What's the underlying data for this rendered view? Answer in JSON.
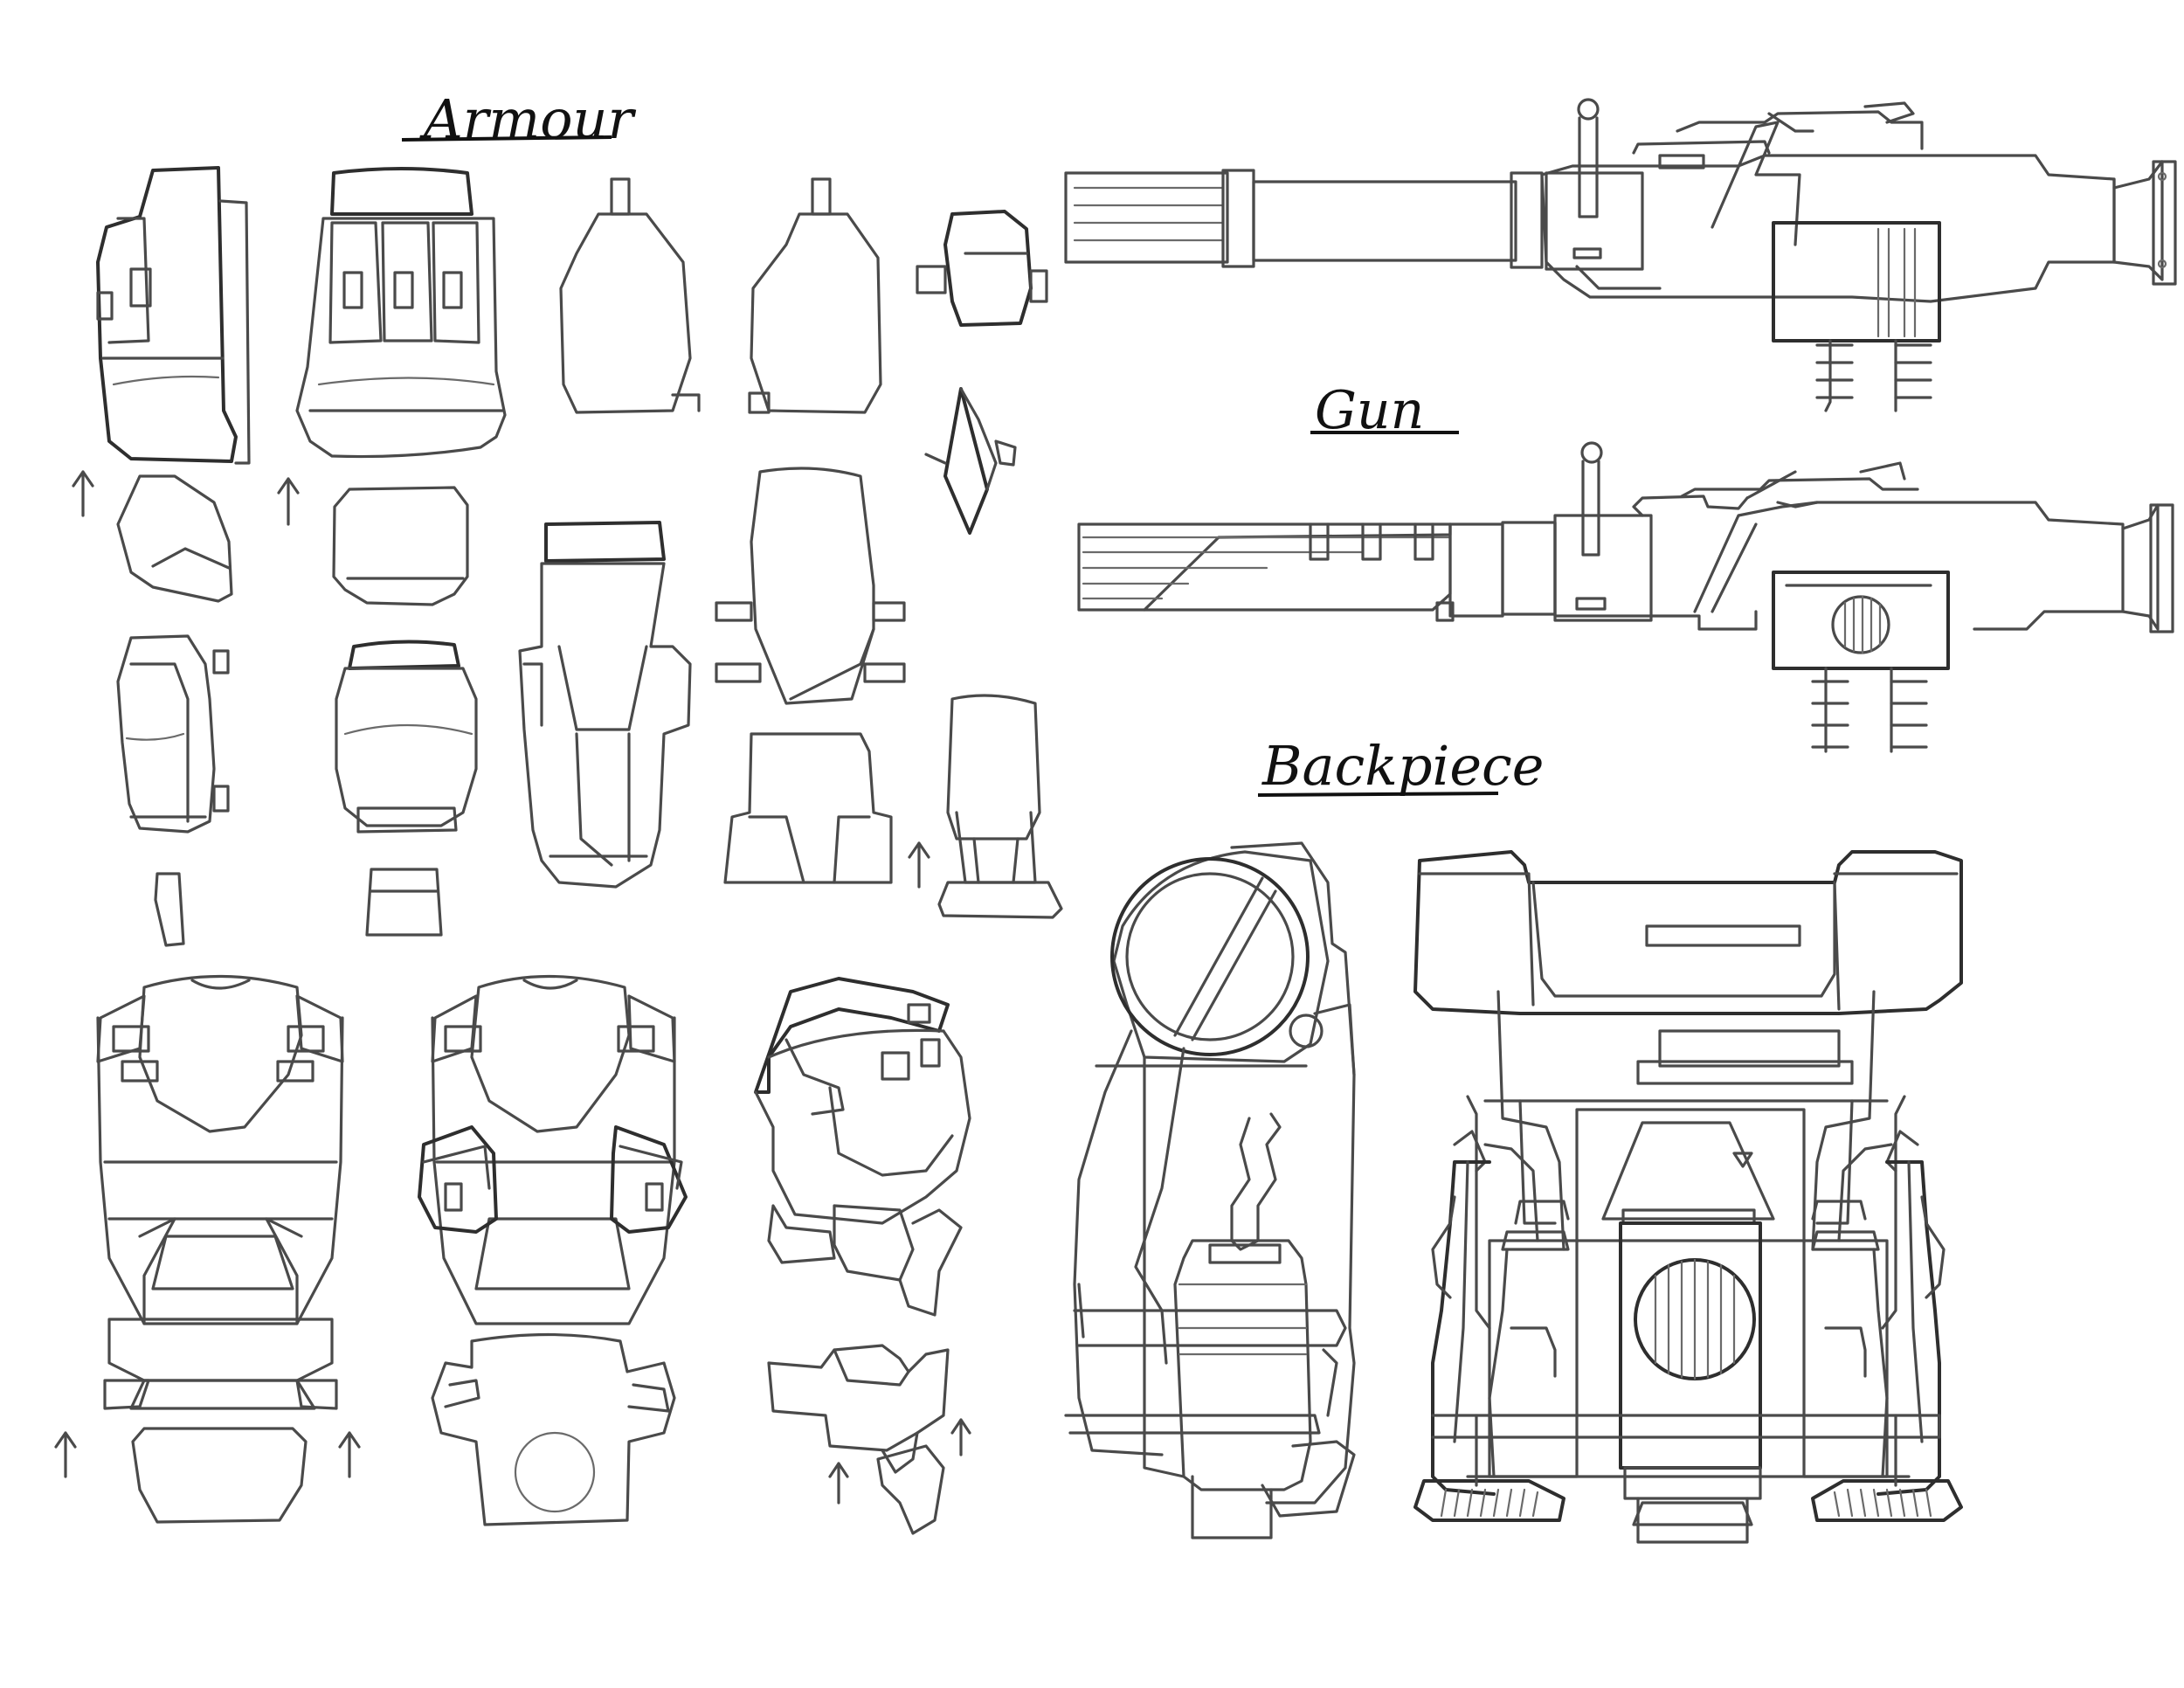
{
  "labels": {
    "armour": "Armour",
    "gun": "Gun",
    "backpiece": "Backpiece"
  },
  "colors": {
    "paper": "#ffffff",
    "ink": "#4a4a4a",
    "heading_ink": "#111111"
  },
  "sections": {
    "armour": {
      "icons": [
        "shoulder-pauldron",
        "gauntlet",
        "thigh-plate",
        "shin-guard",
        "knee-pad",
        "chest-plate",
        "back-plate",
        "abdomen-plate",
        "up-arrow"
      ]
    },
    "gun": {
      "icons": [
        "rotary-gun-side-view",
        "rotary-gun-top-view"
      ]
    },
    "backpiece": {
      "icons": [
        "backpack-side-view",
        "backpack-rear-view",
        "exhaust-vent"
      ]
    }
  }
}
